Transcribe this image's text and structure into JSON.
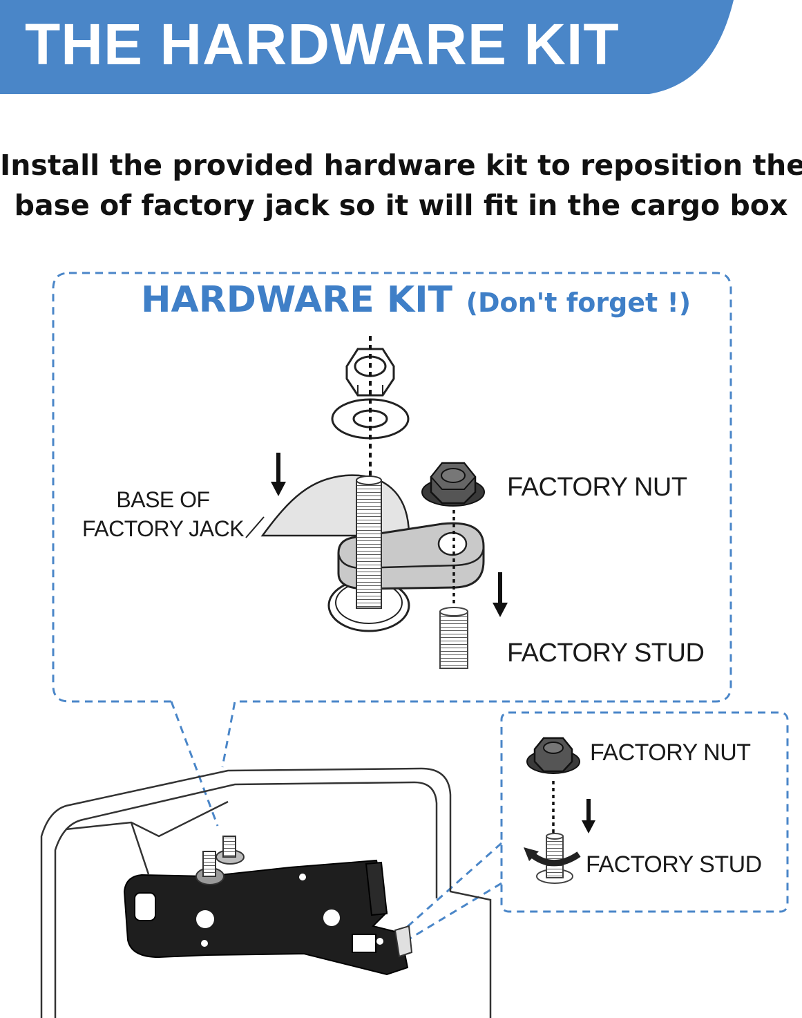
{
  "banner": {
    "title": "THE HARDWARE KIT",
    "color": "#4a86c8"
  },
  "intro": {
    "line1": "Install the provided hardware kit to reposition the",
    "line2": "base of factory jack so it will fit in the cargo box"
  },
  "kit_panel": {
    "title": "HARDWARE KIT",
    "subtitle": "(Don't forget !)",
    "title_color": "#3f7fc7",
    "label_base_line1": "BASE OF",
    "label_base_line2": "FACTORY JACK",
    "label_factory_nut": "FACTORY NUT",
    "label_factory_stud": "FACTORY STUD"
  },
  "detail_panel": {
    "label_factory_nut": "FACTORY NUT",
    "label_factory_stud": "FACTORY STUD"
  },
  "icons": [
    "hex-nut-icon",
    "washer-icon",
    "flange-nut-icon",
    "stud-icon",
    "down-arrow-icon",
    "rotate-arrow-icon",
    "jack-bracket-icon"
  ]
}
